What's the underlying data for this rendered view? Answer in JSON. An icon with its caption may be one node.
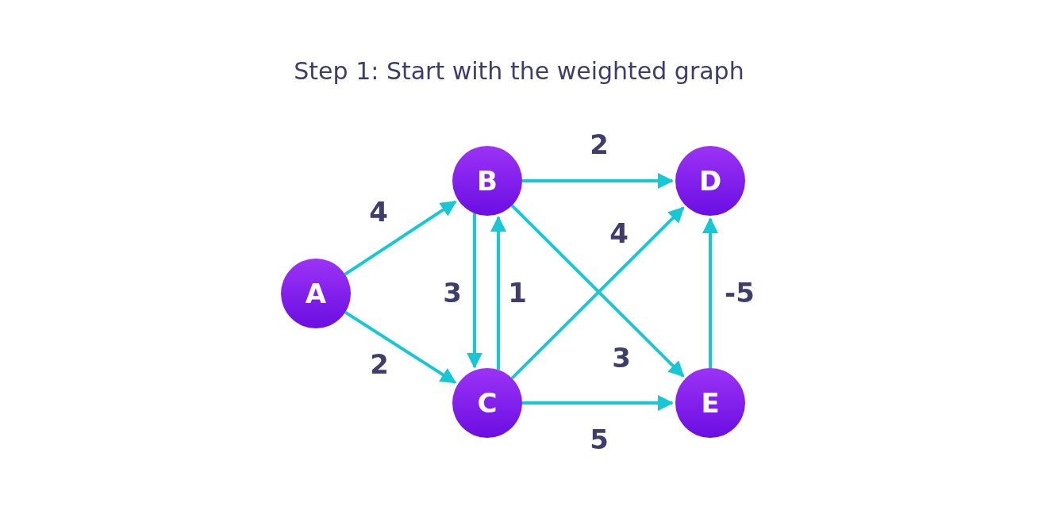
{
  "diagram": {
    "title": "Step 1: Start with the weighted graph",
    "nodes": [
      {
        "text": [
          "A"
        ]
      },
      {
        "text": [
          "B"
        ]
      },
      {
        "text": [
          "C"
        ]
      },
      {
        "text": [
          "D"
        ]
      },
      {
        "text": [
          "E"
        ]
      }
    ],
    "edges": [
      {
        "from": 0,
        "to": 1,
        "arrow": "to",
        "label": "4"
      },
      {
        "from": 0,
        "to": 2,
        "arrow": "to",
        "label": "2"
      },
      {
        "from": 1,
        "to": 3,
        "arrow": "to",
        "label": "2"
      },
      {
        "from": 1,
        "to": 2,
        "arrow": "to",
        "label": "3"
      },
      {
        "from": 2,
        "to": 1,
        "arrow": "to",
        "label": "1"
      },
      {
        "from": 2,
        "to": 3,
        "arrow": "to",
        "label": "4"
      },
      {
        "from": 1,
        "to": 4,
        "arrow": "to",
        "label": "3"
      },
      {
        "from": 2,
        "to": 4,
        "arrow": "to",
        "label": "5"
      },
      {
        "from": 4,
        "to": 3,
        "arrow": "to",
        "label": "-5"
      }
    ]
  }
}
